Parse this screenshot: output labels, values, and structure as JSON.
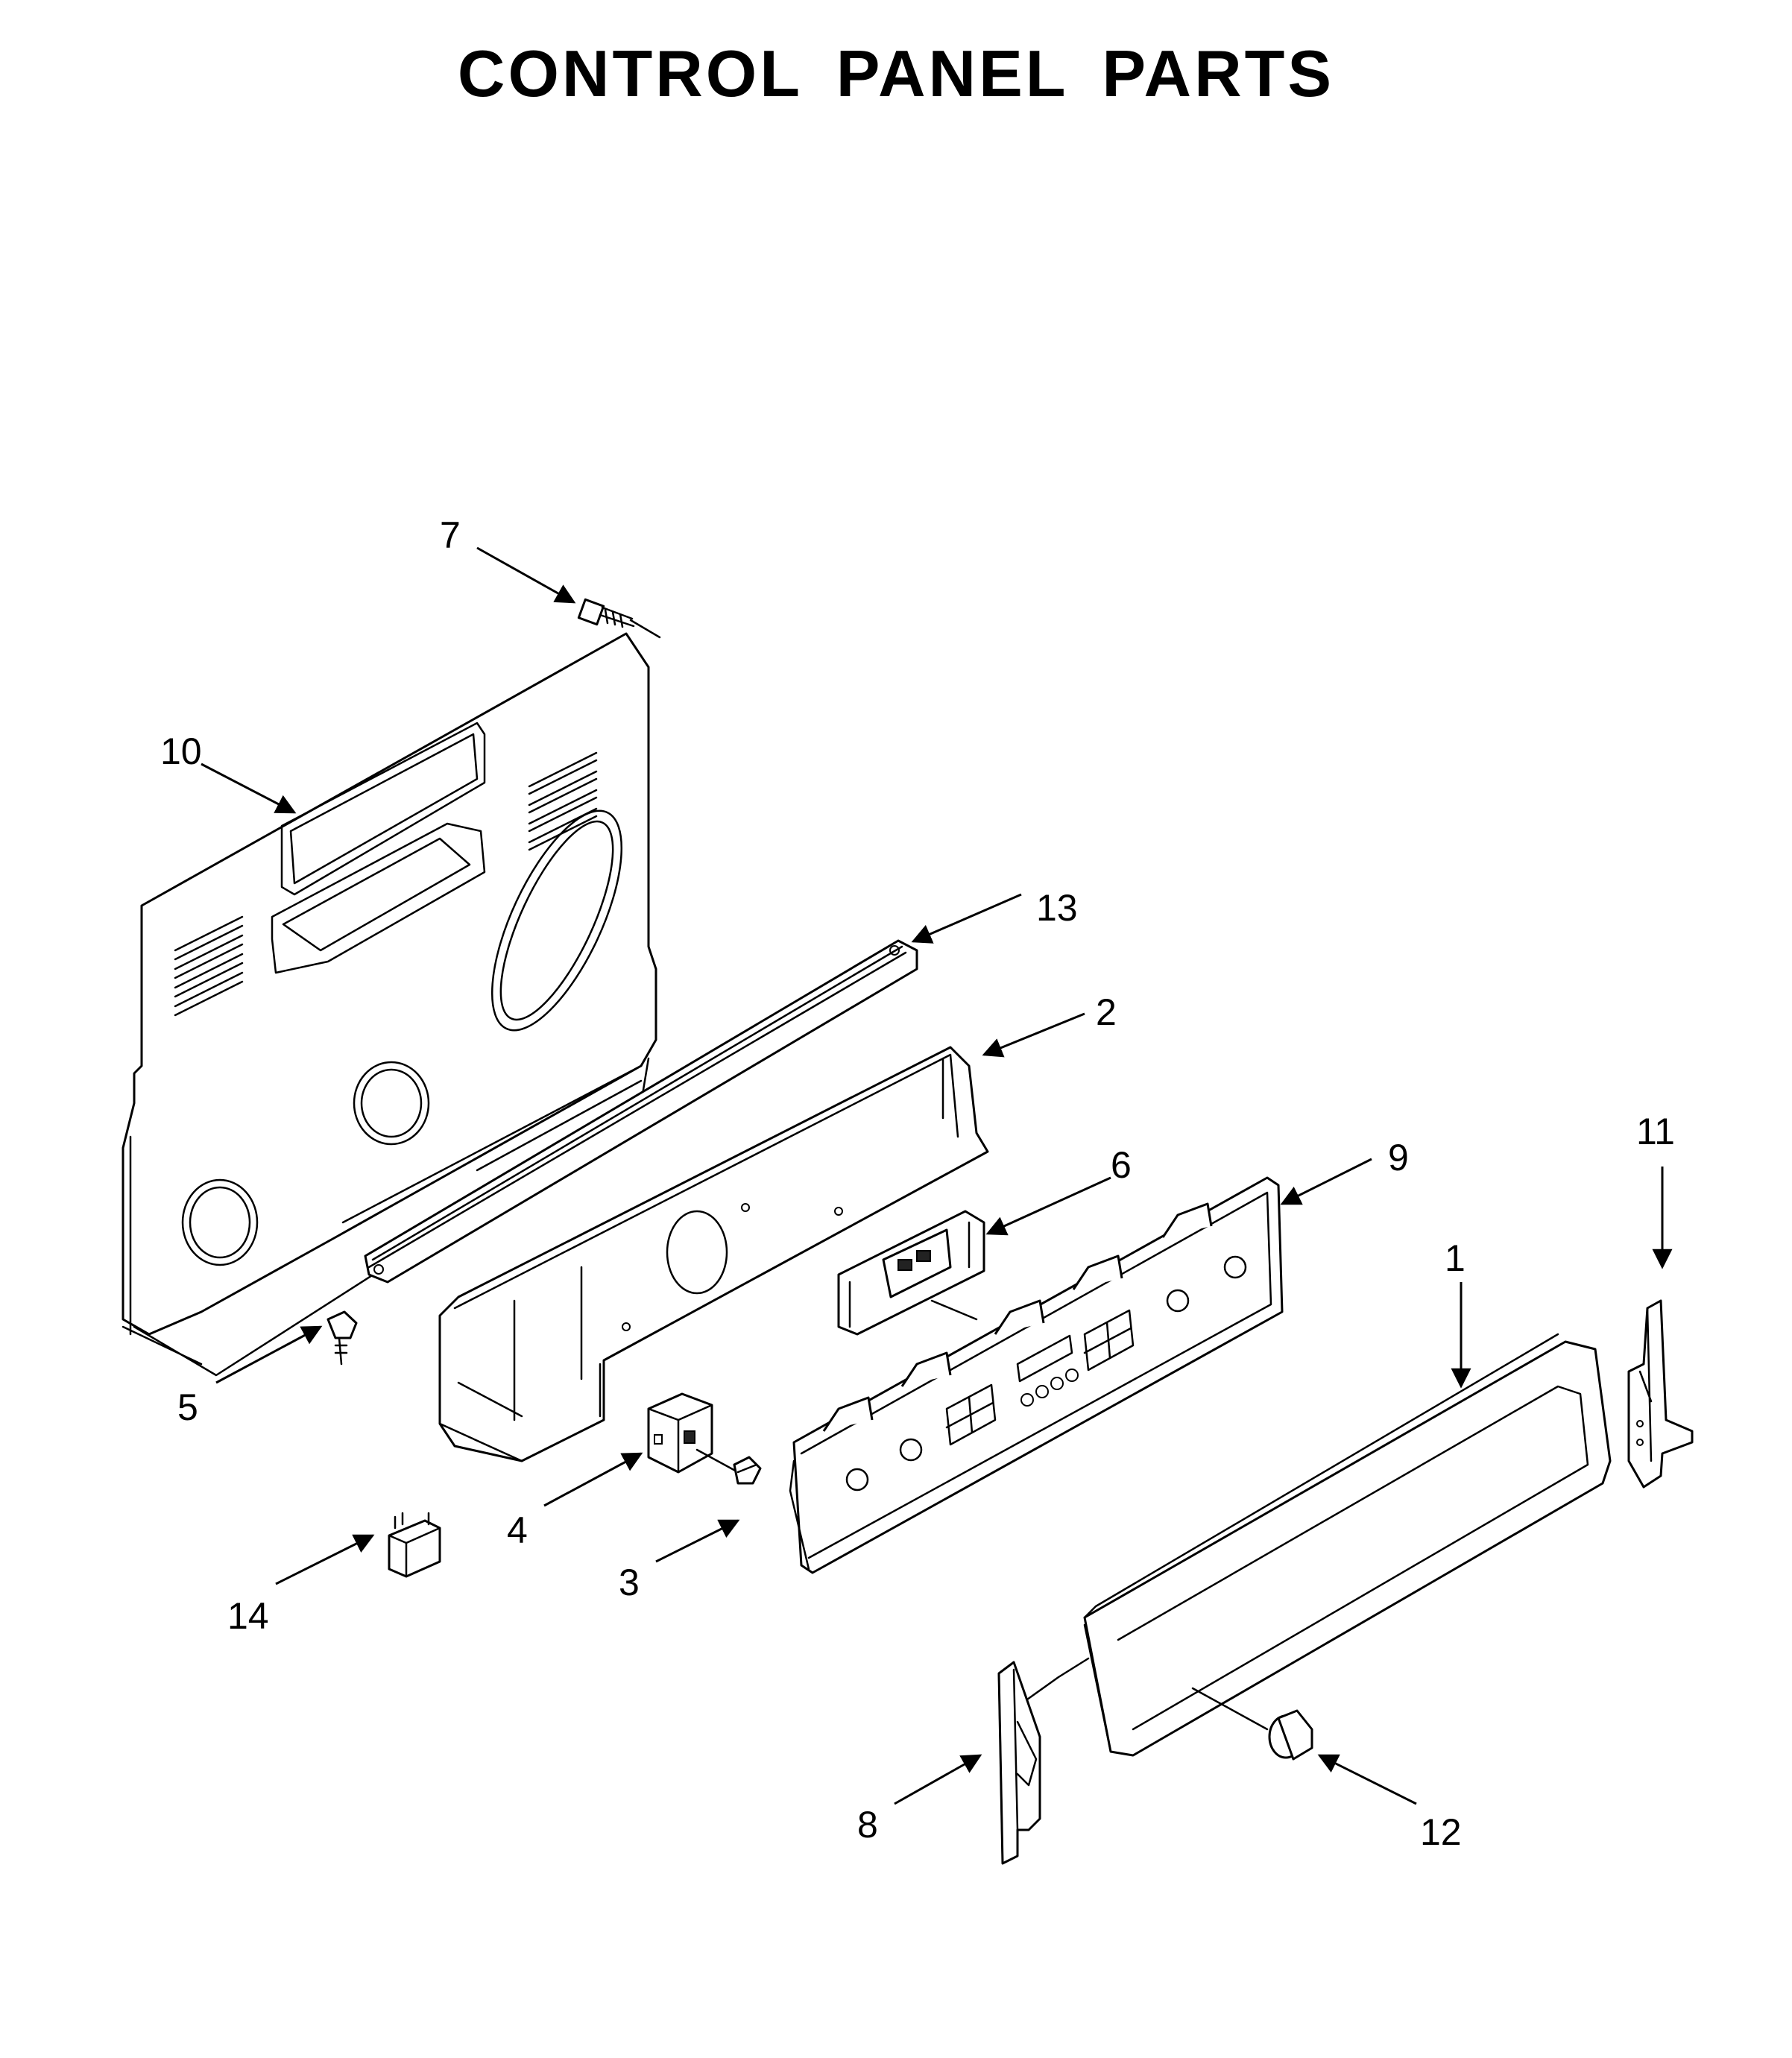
{
  "title": "CONTROL PANEL PARTS",
  "callouts": [
    {
      "id": "1",
      "label": "1"
    },
    {
      "id": "2",
      "label": "2"
    },
    {
      "id": "3",
      "label": "3"
    },
    {
      "id": "4",
      "label": "4"
    },
    {
      "id": "5",
      "label": "5"
    },
    {
      "id": "6",
      "label": "6"
    },
    {
      "id": "7",
      "label": "7"
    },
    {
      "id": "8",
      "label": "8"
    },
    {
      "id": "9",
      "label": "9"
    },
    {
      "id": "10",
      "label": "10"
    },
    {
      "id": "11",
      "label": "11"
    },
    {
      "id": "12",
      "label": "12"
    },
    {
      "id": "13",
      "label": "13"
    },
    {
      "id": "14",
      "label": "14"
    }
  ]
}
